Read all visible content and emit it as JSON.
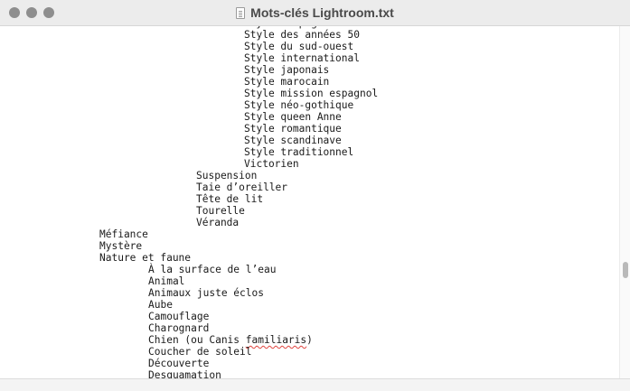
{
  "window": {
    "title": "Mots-clés Lightroom.txt",
    "file_icon": "text-document-icon",
    "controls": [
      "close",
      "minimize",
      "zoom"
    ]
  },
  "document": {
    "misspelled_word": "familiaris",
    "lines": [
      "Style campagnard",
      "Style des années 50",
      "Style du sud-ouest",
      "Style international",
      "Style japonais",
      "Style marocain",
      "Style mission espagnol",
      "Style néo-gothique",
      "Style queen Anne",
      "Style romantique",
      "Style scandinave",
      "Style traditionnel",
      "Victorien",
      "Suspension",
      "Taie d’oreiller",
      "Tête de lit",
      "Tourelle",
      "Véranda",
      "Méfiance",
      "Mystère",
      "Nature et faune",
      "À la surface de l’eau",
      "Animal",
      "Animaux juste éclos",
      "Aube",
      "Camouflage",
      "Charognard",
      "Chien (ou Canis familiaris)",
      "Coucher de soleil",
      "Découverte",
      "Desquamation"
    ]
  },
  "scrollbar": {
    "position": 0.62
  }
}
